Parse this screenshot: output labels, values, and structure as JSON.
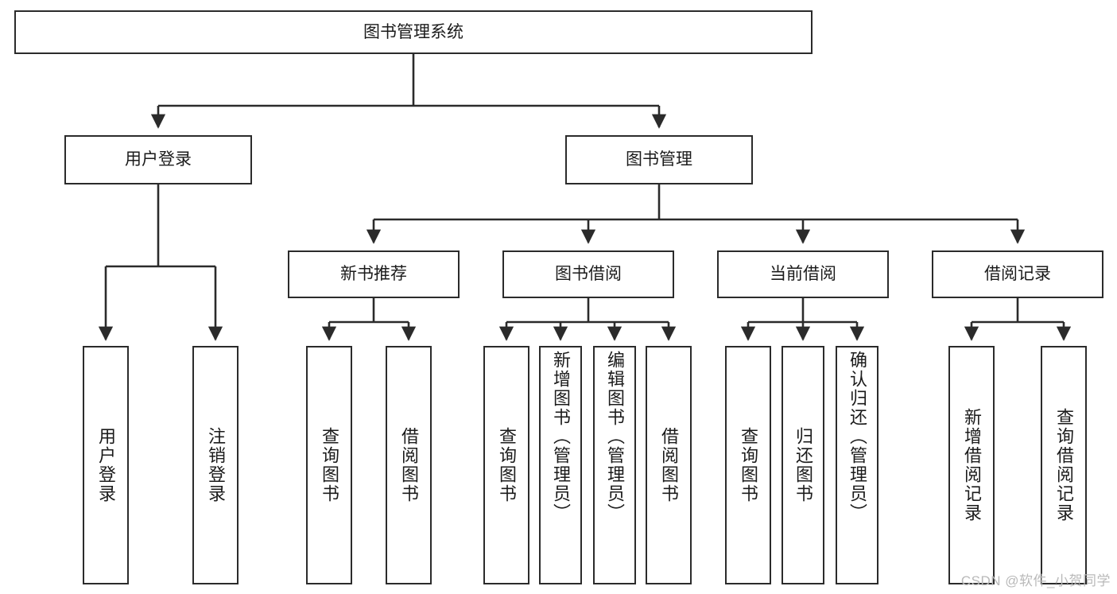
{
  "diagram": {
    "type": "tree-hierarchy",
    "title": "图书管理系统",
    "watermark": "CSDN @软件_小贺同学",
    "stroke_color": "#2b2b2b",
    "background_color": "#ffffff",
    "levels": {
      "root": {
        "label": "图书管理系统"
      },
      "level2": [
        {
          "id": "user-login",
          "label": "用户登录"
        },
        {
          "id": "book-manage",
          "label": "图书管理"
        }
      ],
      "level3": [
        {
          "id": "new-book-rec",
          "label": "新书推荐"
        },
        {
          "id": "book-borrow",
          "label": "图书借阅"
        },
        {
          "id": "current-borrow",
          "label": "当前借阅"
        },
        {
          "id": "borrow-record",
          "label": "借阅记录"
        }
      ],
      "leaves": {
        "user-login": [
          {
            "id": "leaf-user-login",
            "label": "用户登录"
          },
          {
            "id": "leaf-logout",
            "label": "注销登录"
          }
        ],
        "new-book-rec": [
          {
            "id": "leaf-query-book-1",
            "label": "查询图书"
          },
          {
            "id": "leaf-borrow-book-1",
            "label": "借阅图书"
          }
        ],
        "book-borrow": [
          {
            "id": "leaf-query-book-2",
            "label": "查询图书"
          },
          {
            "id": "leaf-add-book",
            "label": "新增图书（管理员）"
          },
          {
            "id": "leaf-edit-book",
            "label": "编辑图书（管理员）"
          },
          {
            "id": "leaf-borrow-book-2",
            "label": "借阅图书"
          }
        ],
        "current-borrow": [
          {
            "id": "leaf-query-book-3",
            "label": "查询图书"
          },
          {
            "id": "leaf-return-book",
            "label": "归还图书"
          },
          {
            "id": "leaf-confirm-return",
            "label": "确认归还（管理员）"
          }
        ],
        "borrow-record": [
          {
            "id": "leaf-add-record",
            "label": "新增借阅记录"
          },
          {
            "id": "leaf-query-record",
            "label": "查询借阅记录"
          }
        ]
      }
    }
  }
}
